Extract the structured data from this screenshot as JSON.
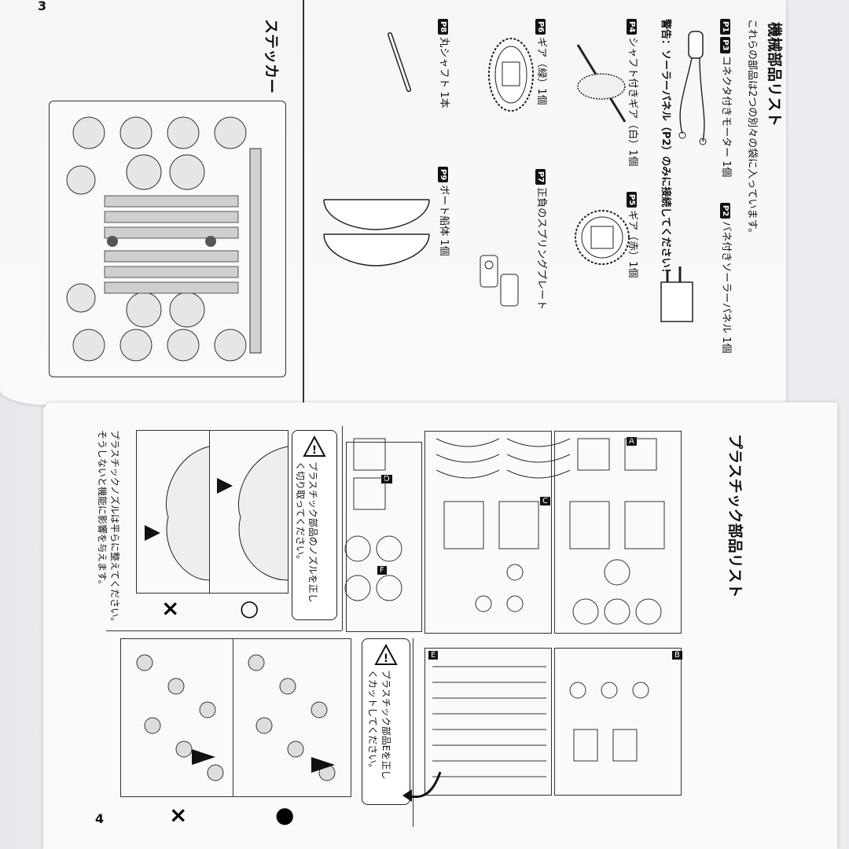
{
  "top_page": {
    "page_number": "3",
    "title": "機械部品リスト",
    "intro": "これらの部品は2つの別々の袋に入っています。",
    "items": [
      {
        "tags": [
          "P1",
          "P3"
        ],
        "label": "コネクタ付きモーター 1個"
      },
      {
        "tags": [
          "P2"
        ],
        "label": "バネ付きソーラーパネル 1個"
      },
      {
        "tags": [],
        "label": "警告：ソーラーパネル（P2）のみに接続してください！"
      },
      {
        "tags": [
          "P4"
        ],
        "label": "シャフト付きギア（白）1個"
      },
      {
        "tags": [
          "P5"
        ],
        "label": "ギア（赤）1個"
      },
      {
        "tags": [
          "P6"
        ],
        "label": "ギア（緑）1個"
      },
      {
        "tags": [
          "P7"
        ],
        "label": "正負のスプリングプレート"
      },
      {
        "tags": [
          "P8"
        ],
        "label": "丸シャフト 1本"
      },
      {
        "tags": [
          "P9"
        ],
        "label": "ボート船体 1個"
      }
    ],
    "sticker_title": "ステッカー"
  },
  "bottom_page": {
    "page_number": "4",
    "title": "プラスチック部品リスト",
    "sprue_labels": [
      "A",
      "B",
      "C",
      "D",
      "E",
      "F"
    ],
    "warning1": {
      "line1": "プラスチック部品のノズルを正し",
      "line2": "く切り取ってください。"
    },
    "note": {
      "line1": "プラスチックノズルは平らに整えてください。",
      "line2": "そうしないと機能に影響を与えます。"
    },
    "warning2": {
      "line1": "プラスチック部品Eを正し",
      "line2": "くカットしてください。"
    },
    "mark_ok": "○",
    "mark_ng": "×",
    "mark_ok2": "●",
    "mark_ng2": "×"
  },
  "colors": {
    "ink": "#111111",
    "paper": "#f8f8fa",
    "line": "#333333"
  }
}
